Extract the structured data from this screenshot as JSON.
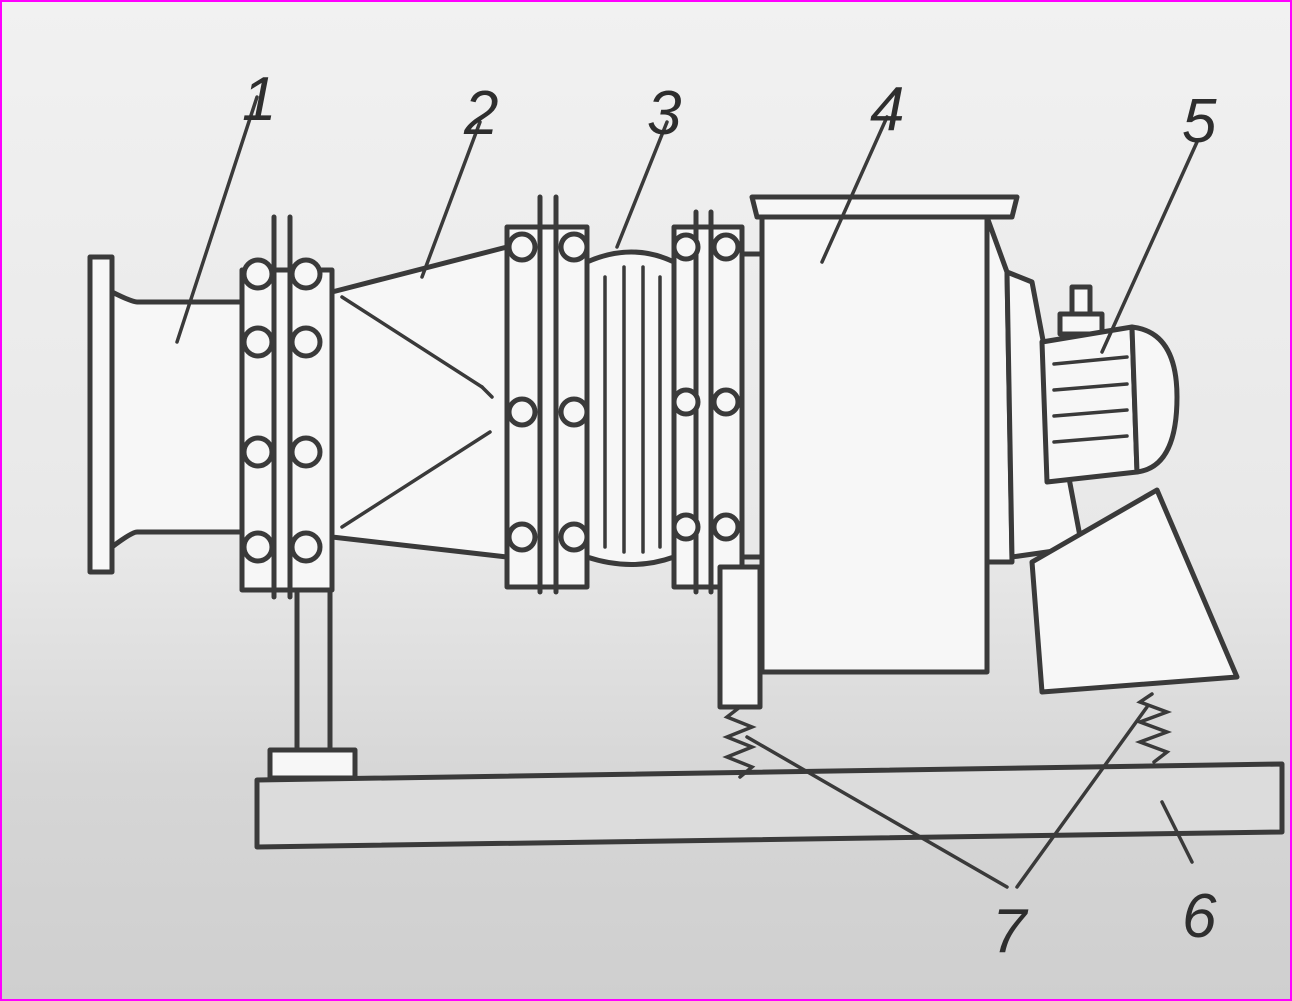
{
  "diagram": {
    "labels": [
      {
        "id": "1",
        "text": "1"
      },
      {
        "id": "2",
        "text": "2"
      },
      {
        "id": "3",
        "text": "3"
      },
      {
        "id": "4",
        "text": "4"
      },
      {
        "id": "5",
        "text": "5"
      },
      {
        "id": "6",
        "text": "6"
      },
      {
        "id": "7",
        "text": "7"
      }
    ],
    "colors": {
      "frame": "#ff00ff",
      "ink": "#3a3a3a",
      "paper": "#f1f1f1"
    }
  }
}
